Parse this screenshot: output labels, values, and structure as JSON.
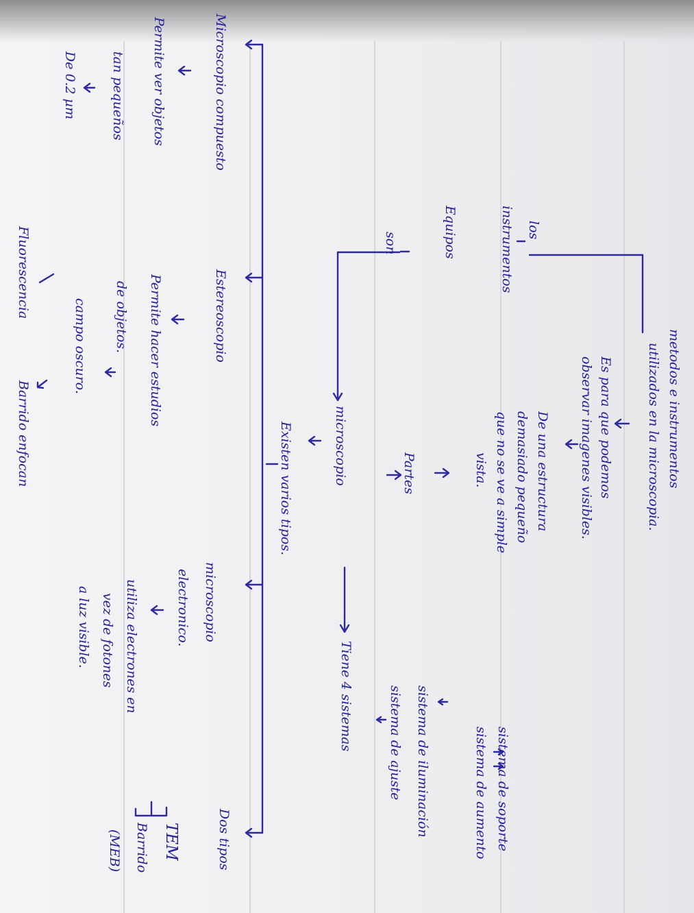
{
  "concept_map": {
    "root": {
      "line1": "metodos e instrumentos",
      "line2": "utilizados en la microscopia.",
      "line3": "Es para que podemos",
      "line4": "observar imagenes visibles."
    },
    "definition": {
      "line1": "De una estructura",
      "line2": "demasiado pequeño",
      "line3": "que no se ve a simple",
      "line4": "vista."
    },
    "left_branch": {
      "word_los": "los",
      "word_instrumentos": "instrumentos",
      "word_equipos": "Equipos",
      "word_son": "son",
      "microscopio": "microscopio",
      "partes": "Partes",
      "existen_tipos": "Existen varios tipos.",
      "tiene": "Tiene 4 sistemas"
    },
    "sistemas": [
      "sistema de soporte",
      "sistema de aumento",
      "sistema de iluminación",
      "sistema de ajuste"
    ],
    "dos_tipos": {
      "label": "Dos tipos",
      "tem": "TEM",
      "barrido_line1": "Barrido",
      "barrido_line2": "(MEB)"
    },
    "electronico": {
      "line1": "microscopio",
      "line2": "electronico.",
      "desc_line1": "utiliza electrones en",
      "desc_line2": "vez de fotones",
      "desc_line3": "a luz visible."
    },
    "compuesto": {
      "title": "Microscopio compuesto",
      "desc_line1": "Permite ver objetos",
      "desc_line2": "tan pequeños",
      "size": "De 0.2 µm"
    },
    "estereoscopio": {
      "title": "Estereoscopio",
      "desc_line1": "Permite hacer estudios",
      "desc_line2": "de objetos."
    },
    "bottom": {
      "campo": "campo oscuro.",
      "fluorescencia": "Fluorescencia",
      "barrido_enfocan": "Barrido enfocan"
    }
  }
}
